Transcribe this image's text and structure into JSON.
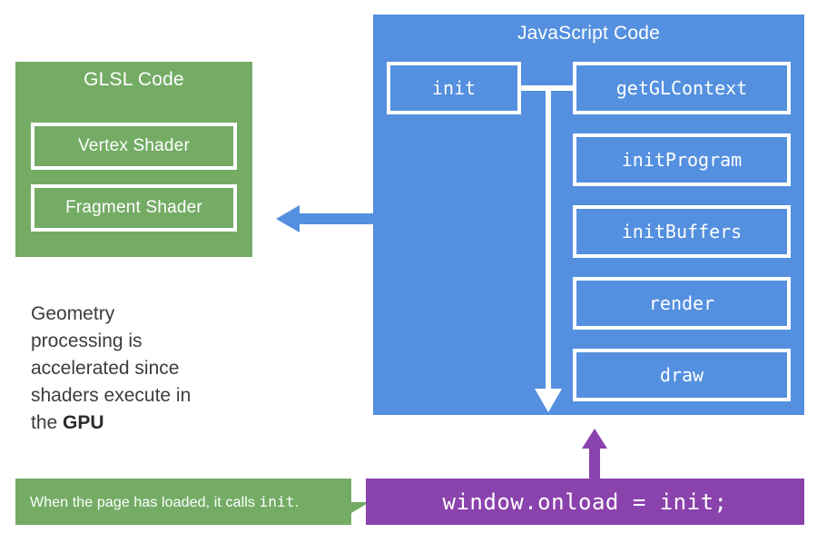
{
  "colors": {
    "green": "#74AC65",
    "blue": "#5490DF",
    "purple": "#8A42AC",
    "white": "#FFFFFF",
    "text_dark": "#3C3C3C",
    "background": "#FFFFFF"
  },
  "glsl_panel": {
    "title": "GLSL Code",
    "items": [
      {
        "label": "Vertex Shader"
      },
      {
        "label": "Fragment Shader"
      }
    ]
  },
  "js_panel": {
    "title": "JavaScript Code",
    "entry": {
      "label": "init"
    },
    "calls": [
      {
        "label": "getGLContext"
      },
      {
        "label": "initProgram"
      },
      {
        "label": "initBuffers"
      },
      {
        "label": "render"
      },
      {
        "label": "draw"
      }
    ]
  },
  "note": {
    "line1": "Geometry",
    "line2": "processing is",
    "line3": "accelerated since",
    "line4": "shaders execute in",
    "line5_prefix": "the ",
    "line5_bold": "GPU"
  },
  "callout": {
    "text_prefix": "When the page has loaded, it calls ",
    "text_code": "init",
    "text_suffix": "."
  },
  "purple_bar": {
    "code": "window.onload = init;"
  },
  "arrows": {
    "blue_left": "arrow-left-icon",
    "white_down": "arrow-down-icon",
    "purple_up": "arrow-up-icon"
  }
}
